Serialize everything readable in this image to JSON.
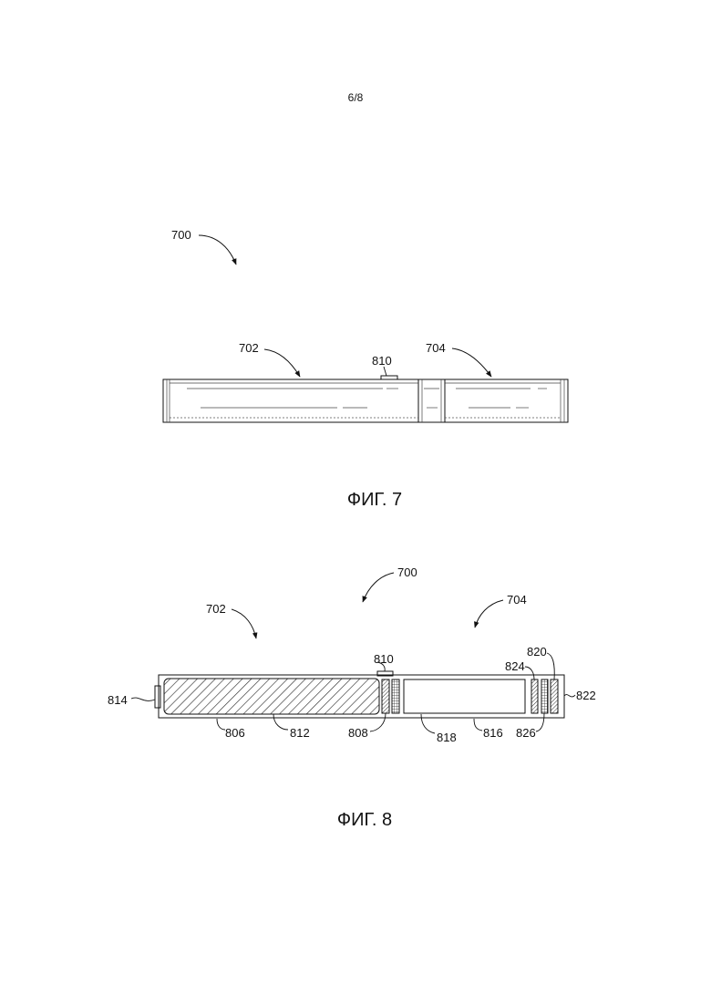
{
  "page": {
    "sheet_number": "6/8"
  },
  "figures": [
    {
      "caption": "ФИГ. 7",
      "labels": {
        "assembly": "700",
        "left_part": "702",
        "right_part": "704",
        "connector": "810"
      }
    },
    {
      "caption": "ФИГ. 8",
      "labels": {
        "assembly": "700",
        "left_part": "702",
        "right_part": "704",
        "connector": "810",
        "end_cap": "814",
        "outer_housing_left": "806",
        "battery": "812",
        "control_element": "808",
        "reservoir": "818",
        "outer_housing_right": "816",
        "element_824": "824",
        "element_820": "820",
        "element_822": "822",
        "element_826": "826"
      }
    }
  ]
}
